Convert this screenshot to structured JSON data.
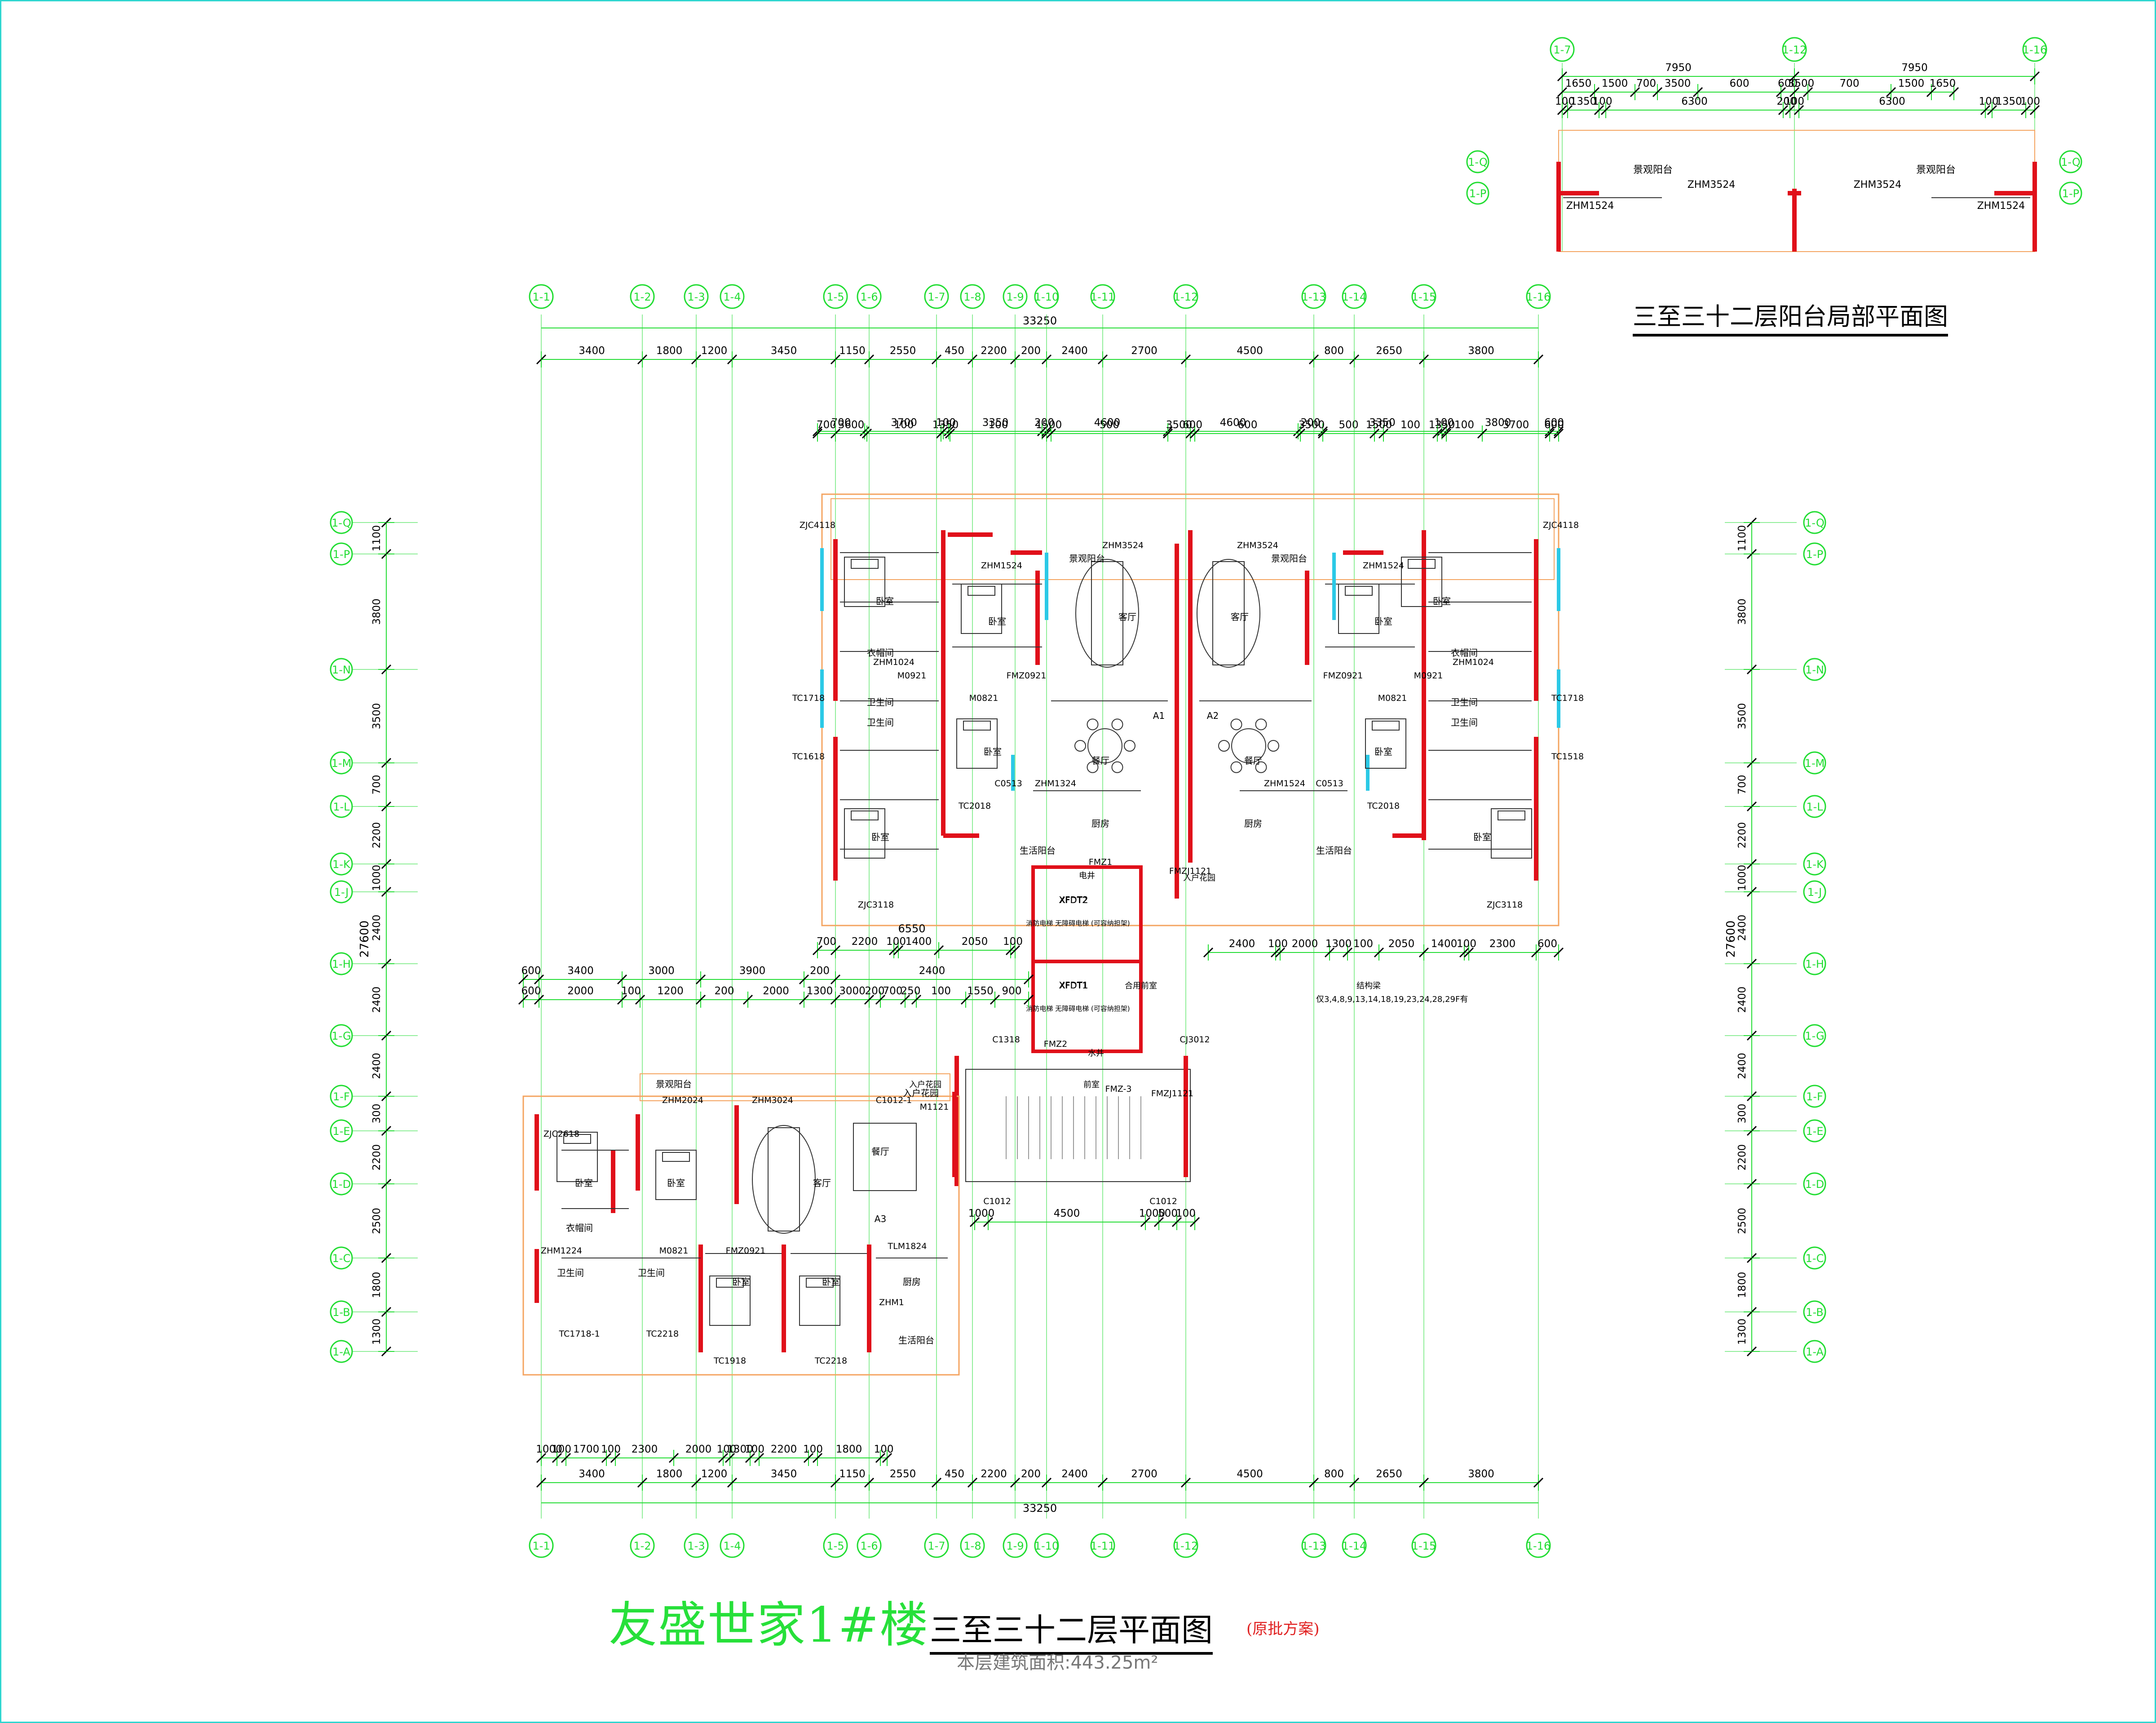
{
  "title": {
    "project": "友盛世家1#楼",
    "plan": "三至三十二层平面图",
    "note": "(原批方案)",
    "area": "本层建筑面积:443.25m²"
  },
  "detail": {
    "title": "三至三十二层阳台局部平面图",
    "axes": [
      "1-7",
      "1-12",
      "1-16",
      "1-Q",
      "1-P"
    ],
    "dims_top": [
      "7950",
      "7950"
    ],
    "dims_mid": [
      "1650",
      "1500",
      "700",
      "3500",
      "600",
      "600",
      "3500",
      "700",
      "1500",
      "1650"
    ],
    "dims_low": [
      "100",
      "1350",
      "100",
      "6300",
      "200",
      "100",
      "6300",
      "100",
      "1350",
      "100"
    ],
    "labels": [
      "景观阳台",
      "景观阳台",
      "ZHM3524",
      "ZHM3524",
      "ZHM1524",
      "ZHM1524"
    ]
  },
  "grid_axes": [
    "1-1",
    "1-2",
    "1-3",
    "1-4",
    "1-5",
    "1-6",
    "1-7",
    "1-8",
    "1-9",
    "1-10",
    "1-11",
    "1-12",
    "1-13",
    "1-14",
    "1-15",
    "1-16"
  ],
  "row_axes": [
    "1-Q",
    "1-P",
    "1-N",
    "1-M",
    "1-L",
    "1-K",
    "1-J",
    "1-H",
    "1-G",
    "1-F",
    "1-E",
    "1-D",
    "1-C",
    "1-B",
    "1-A"
  ],
  "dims": {
    "top_total": "33250",
    "top_row1": [
      "3400",
      "1800",
      "1200",
      "3450",
      "1150",
      "2550",
      "450",
      "2200",
      "200",
      "2400",
      "2700",
      "4500",
      "800",
      "2650",
      "3800"
    ],
    "top_row2": [
      "700",
      "3700",
      "100",
      "3350",
      "200",
      "4600",
      "4600",
      "200",
      "3350",
      "100",
      "3800",
      "600"
    ],
    "top_row3": [
      "700",
      "3600",
      "100",
      "1350",
      "100",
      "1500",
      "500",
      "3500",
      "600",
      "600",
      "3500",
      "500",
      "1500",
      "100",
      "1350",
      "100",
      "3700",
      "600"
    ],
    "left_vert": [
      "1100",
      "3800",
      "3500",
      "700",
      "2200",
      "1000",
      "2400",
      "2400",
      "2400",
      "300",
      "2200",
      "2500",
      "1800",
      "1300"
    ],
    "left_total": "27600",
    "bottom_row1": [
      "1000",
      "100",
      "1700",
      "100",
      "2300",
      "2000",
      "100",
      "1300",
      "100",
      "2200",
      "100",
      "1800",
      "100"
    ],
    "bottom_row2": [
      "3400",
      "1800",
      "1200",
      "3450",
      "1150",
      "2550",
      "450",
      "2200",
      "200",
      "2400",
      "2700",
      "4500",
      "800",
      "2650",
      "3800"
    ],
    "bottom_total": "33250",
    "mid_left": [
      "700",
      "2200",
      "100",
      "1400",
      "2050",
      "100"
    ],
    "mid_left_total": "6550",
    "mid_right": [
      "2400",
      "100",
      "2000",
      "1300",
      "100",
      "2050",
      "1400",
      "100",
      "2300",
      "600"
    ],
    "unit3_top1": [
      "600",
      "3400",
      "3000",
      "3900",
      "200",
      "2400"
    ],
    "unit3_top2": [
      "600",
      "2000",
      "100",
      "1200",
      "200",
      "2000",
      "1300",
      "3000",
      "200",
      "700",
      "250",
      "100",
      "1550",
      "900",
      "1300"
    ],
    "unit3_bot": [
      "1000",
      "4500",
      "1000",
      "500",
      "100"
    ]
  },
  "rooms": {
    "unit_a1": "A1",
    "unit_a2": "A2",
    "unit_a3": "A3",
    "bedroom": "卧室",
    "living": "客厅",
    "dining": "餐厅",
    "kitchen": "厨房",
    "bath": "卫生间",
    "balcony": "景观阳台",
    "service_balcony": "生活阳台",
    "closet": "衣帽间",
    "entry_garden": "入户花园",
    "elevator1": "消防电梯 无障碍电梯 (可容纳担架)",
    "elevator2": "消防电梯 无障碍电梯 (可容纳担架)",
    "shared_front": "合用前室",
    "well": "电井",
    "water": "水井",
    "front": "前室",
    "struct_note": "结构梁",
    "floors_note": "仅3,4,8,9,13,14,18,19,23,24,28,29F有"
  },
  "openings": [
    "ZJC4118",
    "ZJC4118",
    "ZHM1524",
    "ZHM3524",
    "ZHM3524",
    "ZHM1524",
    "ZHM1024",
    "ZHM1024",
    "TC1718",
    "TC1718",
    "TC1618",
    "TC1518",
    "M0921",
    "M0921",
    "FMZ0921",
    "FMZ0921",
    "M0821",
    "M0821",
    "ZHM1324",
    "ZHM1524",
    "C0513",
    "C0513",
    "TC2018",
    "TC2018",
    "ZJC3118",
    "ZJC3118",
    "XFDT2",
    "XFDT1",
    "FMZJ1121",
    "FMZJ1121",
    "FMZ1",
    "FMZ2",
    "FMZ-3",
    "CJ3012",
    "C1318",
    "ZHM2024",
    "ZHM3024",
    "C1012-1",
    "M1121",
    "ZJC2618",
    "ZHM1224",
    "M0821",
    "FMZ0921",
    "TLM1824",
    "ZHM1",
    "TC1718-1",
    "TC2218",
    "TC1918",
    "TC2218",
    "C1012",
    "C1012"
  ],
  "colors": {
    "grid": "#22dd33",
    "wall": "#e0101a",
    "frame": "#2fd6d0",
    "window": "#2bc9e6",
    "outline": "#f4a460",
    "line": "#222222",
    "dim": "#000000",
    "arrow": "#2233ee"
  }
}
